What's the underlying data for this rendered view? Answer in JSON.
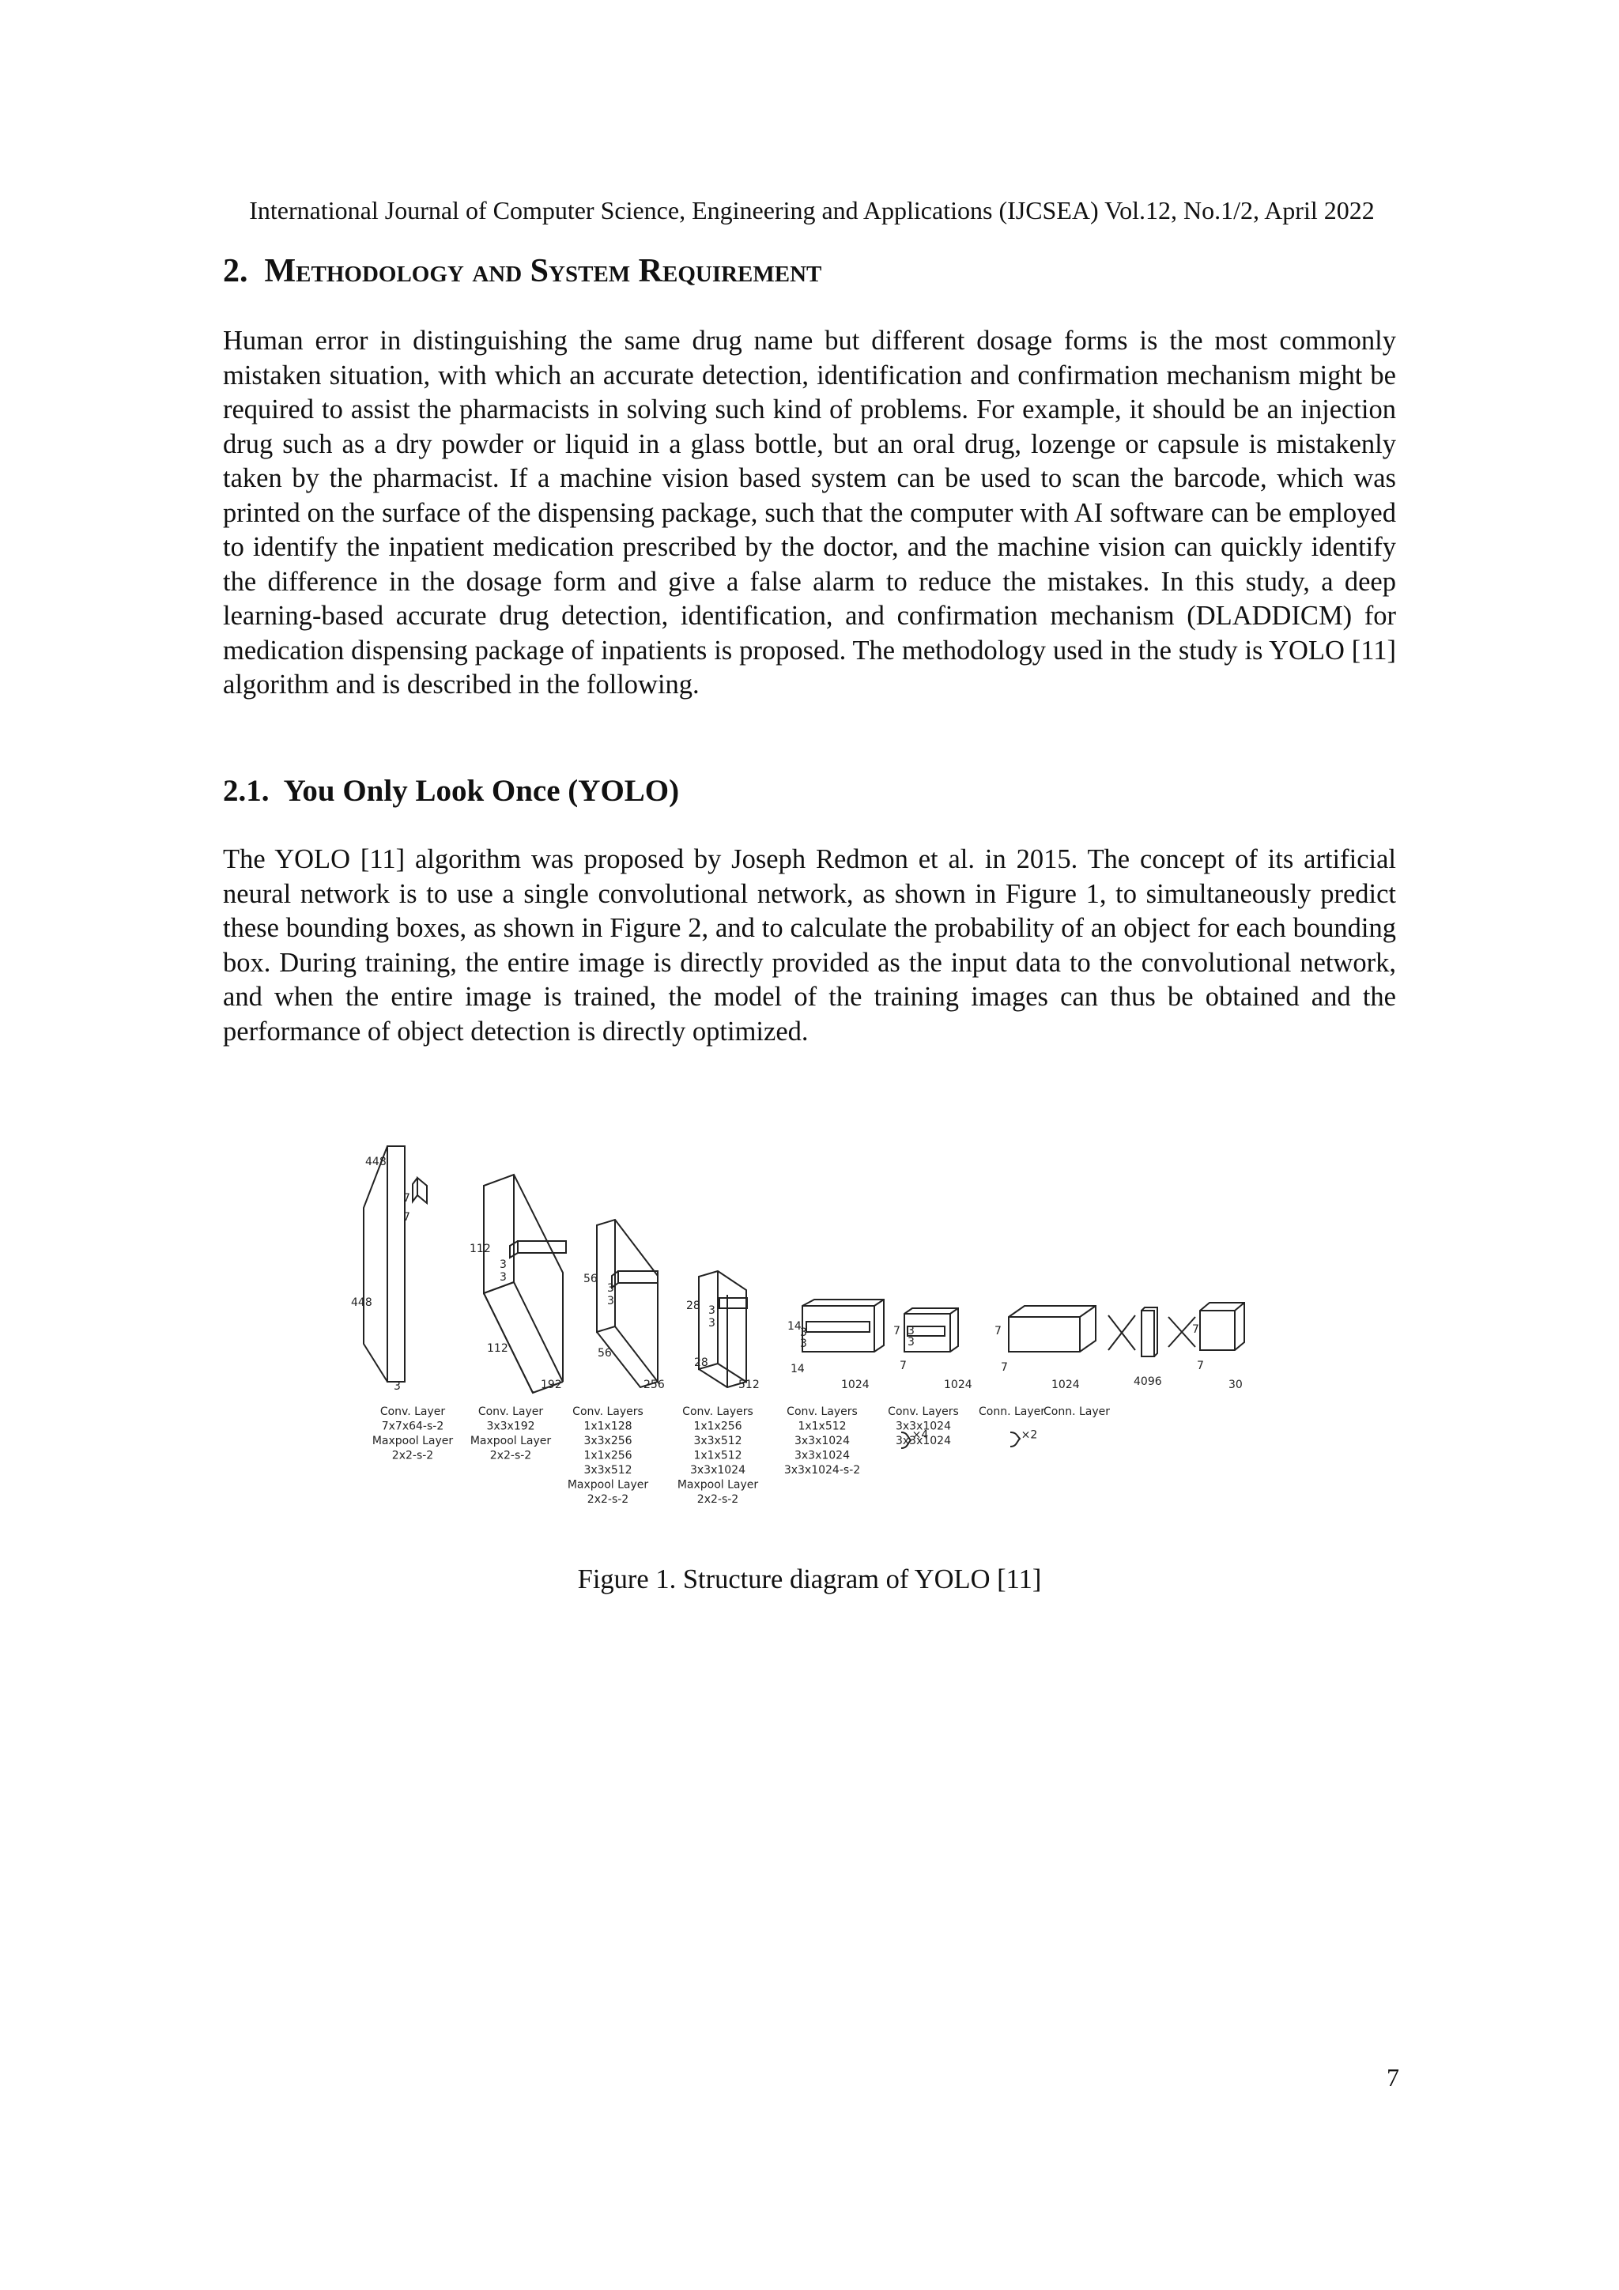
{
  "header": "International Journal of Computer Science, Engineering and Applications (IJCSEA) Vol.12, No.1/2, April 2022",
  "section": {
    "number": "2.",
    "title": "Methodology and System Requirement"
  },
  "paragraph1": "Human error in distinguishing the same drug name but different dosage forms is the most commonly mistaken situation, with which an accurate detection, identification and confirmation mechanism might be required to assist the pharmacists in solving such kind of problems. For example, it should be an injection drug such as a dry powder or liquid in a glass bottle, but an oral drug, lozenge or capsule is mistakenly taken by the pharmacist. If a machine vision based system can be used to scan the barcode, which was printed on the surface of the dispensing package, such that the computer with AI software can be employed to identify the inpatient medication prescribed by the doctor, and the machine vision can quickly identify the difference in the dosage form and give a false alarm to reduce the mistakes. In this study, a deep learning-based accurate drug detection, identification, and confirmation mechanism (DLADDICM) for medication dispensing package of inpatients is proposed. The methodology used in the study is YOLO [11] algorithm and is described in the following.",
  "subsection": {
    "number": "2.1.",
    "title": "You Only Look Once (YOLO)"
  },
  "paragraph2": "The YOLO [11] algorithm was proposed by Joseph Redmon et al. in 2015. The concept of its artificial neural network is to use a single convolutional network, as shown in Figure 1, to simultaneously predict these bounding boxes, as shown in Figure 2, and to calculate the probability of an object for each bounding box. During training, the entire image is directly provided as the input data to the convolutional network, and when the entire image is trained, the model of the training images can thus be obtained and the performance of object detection is directly optimized.",
  "figure": {
    "dims": {
      "input_448_top": "448",
      "input_448_left": "448",
      "input_ch": "3",
      "kernel_7a": "7",
      "kernel_7b": "7",
      "b1_112a": "112",
      "b1_112b": "112",
      "b1_3a": "3",
      "b1_3b": "3",
      "b1_ch": "192",
      "b2_56a": "56",
      "b2_56b": "56",
      "b2_3a": "3",
      "b2_3b": "3",
      "b2_ch": "256",
      "b3_28a": "28",
      "b3_28b": "28",
      "b3_3a": "3",
      "b3_3b": "3",
      "b3_ch": "512",
      "b4_14a": "14",
      "b4_14b": "14",
      "b4_3a": "3",
      "b4_3b": "3",
      "b4_ch": "1024",
      "b5_7a": "7",
      "b5_7b": "7",
      "b5_3a": "3",
      "b5_3b": "3",
      "b5_ch": "1024",
      "b6_7a": "7",
      "b6_7b": "7",
      "b6_ch": "1024",
      "fc_ch": "4096",
      "out_7a": "7",
      "out_7b": "7",
      "out_ch": "30"
    },
    "groups": [
      {
        "lines": [
          "Conv. Layer",
          "7x7x64-s-2",
          "Maxpool Layer",
          "2x2-s-2"
        ]
      },
      {
        "lines": [
          "Conv. Layer",
          "3x3x192",
          "Maxpool Layer",
          "2x2-s-2"
        ]
      },
      {
        "lines": [
          "Conv. Layers",
          "1x1x128",
          "3x3x256",
          "1x1x256",
          "3x3x512",
          "Maxpool Layer",
          "2x2-s-2"
        ]
      },
      {
        "lines": [
          "Conv. Layers",
          "1x1x256",
          "3x3x512",
          "1x1x512",
          "3x3x1024",
          "Maxpool Layer",
          "2x2-s-2"
        ],
        "repeat": "×4"
      },
      {
        "lines": [
          "Conv. Layers",
          "1x1x512",
          "3x3x1024",
          "3x3x1024",
          "3x3x1024-s-2"
        ],
        "repeat": "×2"
      },
      {
        "lines": [
          "Conv. Layers",
          "3x3x1024",
          "3x3x1024"
        ]
      },
      {
        "lines": [
          "Conn. Layer"
        ]
      },
      {
        "lines": [
          "Conn. Layer"
        ]
      }
    ]
  },
  "caption": "Figure 1. Structure diagram of YOLO [11]",
  "page_number": "7"
}
